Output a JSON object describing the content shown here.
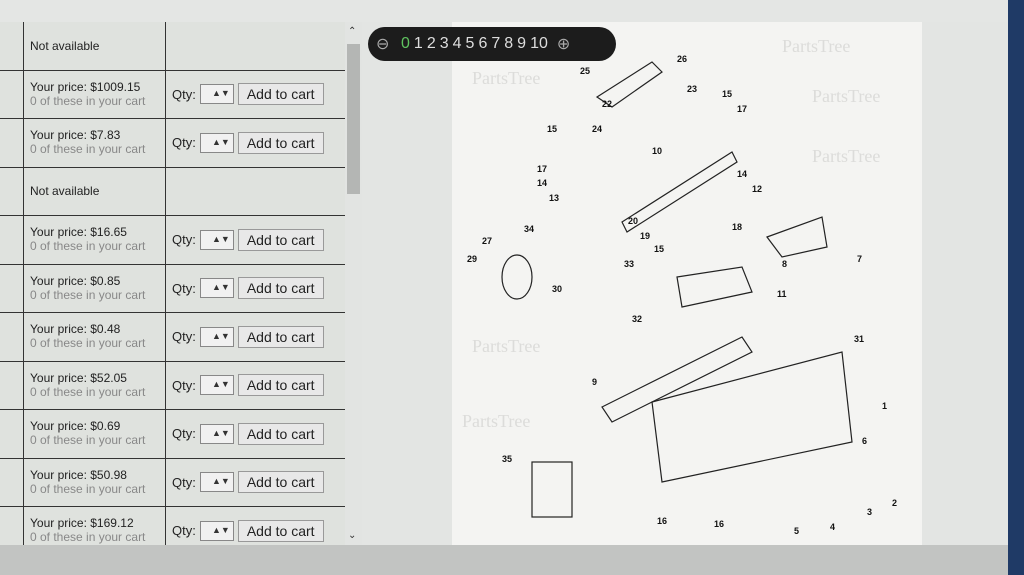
{
  "rows": [
    {
      "available": false,
      "text": "Not available"
    },
    {
      "available": true,
      "price": "Your price: $1009.15",
      "cart": "0 of these in your cart"
    },
    {
      "available": true,
      "price": "Your price: $7.83",
      "cart": "0 of these in your cart"
    },
    {
      "available": false,
      "text": "Not available"
    },
    {
      "available": true,
      "price": "Your price: $16.65",
      "cart": "0 of these in your cart"
    },
    {
      "available": true,
      "price": "Your price: $0.85",
      "cart": "0 of these in your cart"
    },
    {
      "available": true,
      "price": "Your price: $0.48",
      "cart": "0 of these in your cart"
    },
    {
      "available": true,
      "price": "Your price: $52.05",
      "cart": "0 of these in your cart"
    },
    {
      "available": true,
      "price": "Your price: $0.69",
      "cart": "0 of these in your cart"
    },
    {
      "available": true,
      "price": "Your price: $50.98",
      "cart": "0 of these in your cart"
    },
    {
      "available": true,
      "price": "Your price: $169.12",
      "cart": "0 of these in your cart"
    }
  ],
  "qty_label": "Qty:",
  "add_label": "Add to cart",
  "zoom": {
    "levels": [
      "0",
      "1",
      "2",
      "3",
      "4",
      "5",
      "6",
      "7",
      "8",
      "9",
      "10"
    ],
    "active": "0"
  },
  "watermark": "PartsTree",
  "callouts": [
    "25",
    "26",
    "22",
    "23",
    "15",
    "17",
    "24",
    "15",
    "10",
    "17",
    "14",
    "13",
    "14",
    "12",
    "20",
    "19",
    "18",
    "34",
    "27",
    "29",
    "30",
    "15",
    "33",
    "8",
    "7",
    "11",
    "32",
    "31",
    "9",
    "1",
    "6",
    "35",
    "16",
    "16",
    "5",
    "4",
    "3",
    "2"
  ]
}
